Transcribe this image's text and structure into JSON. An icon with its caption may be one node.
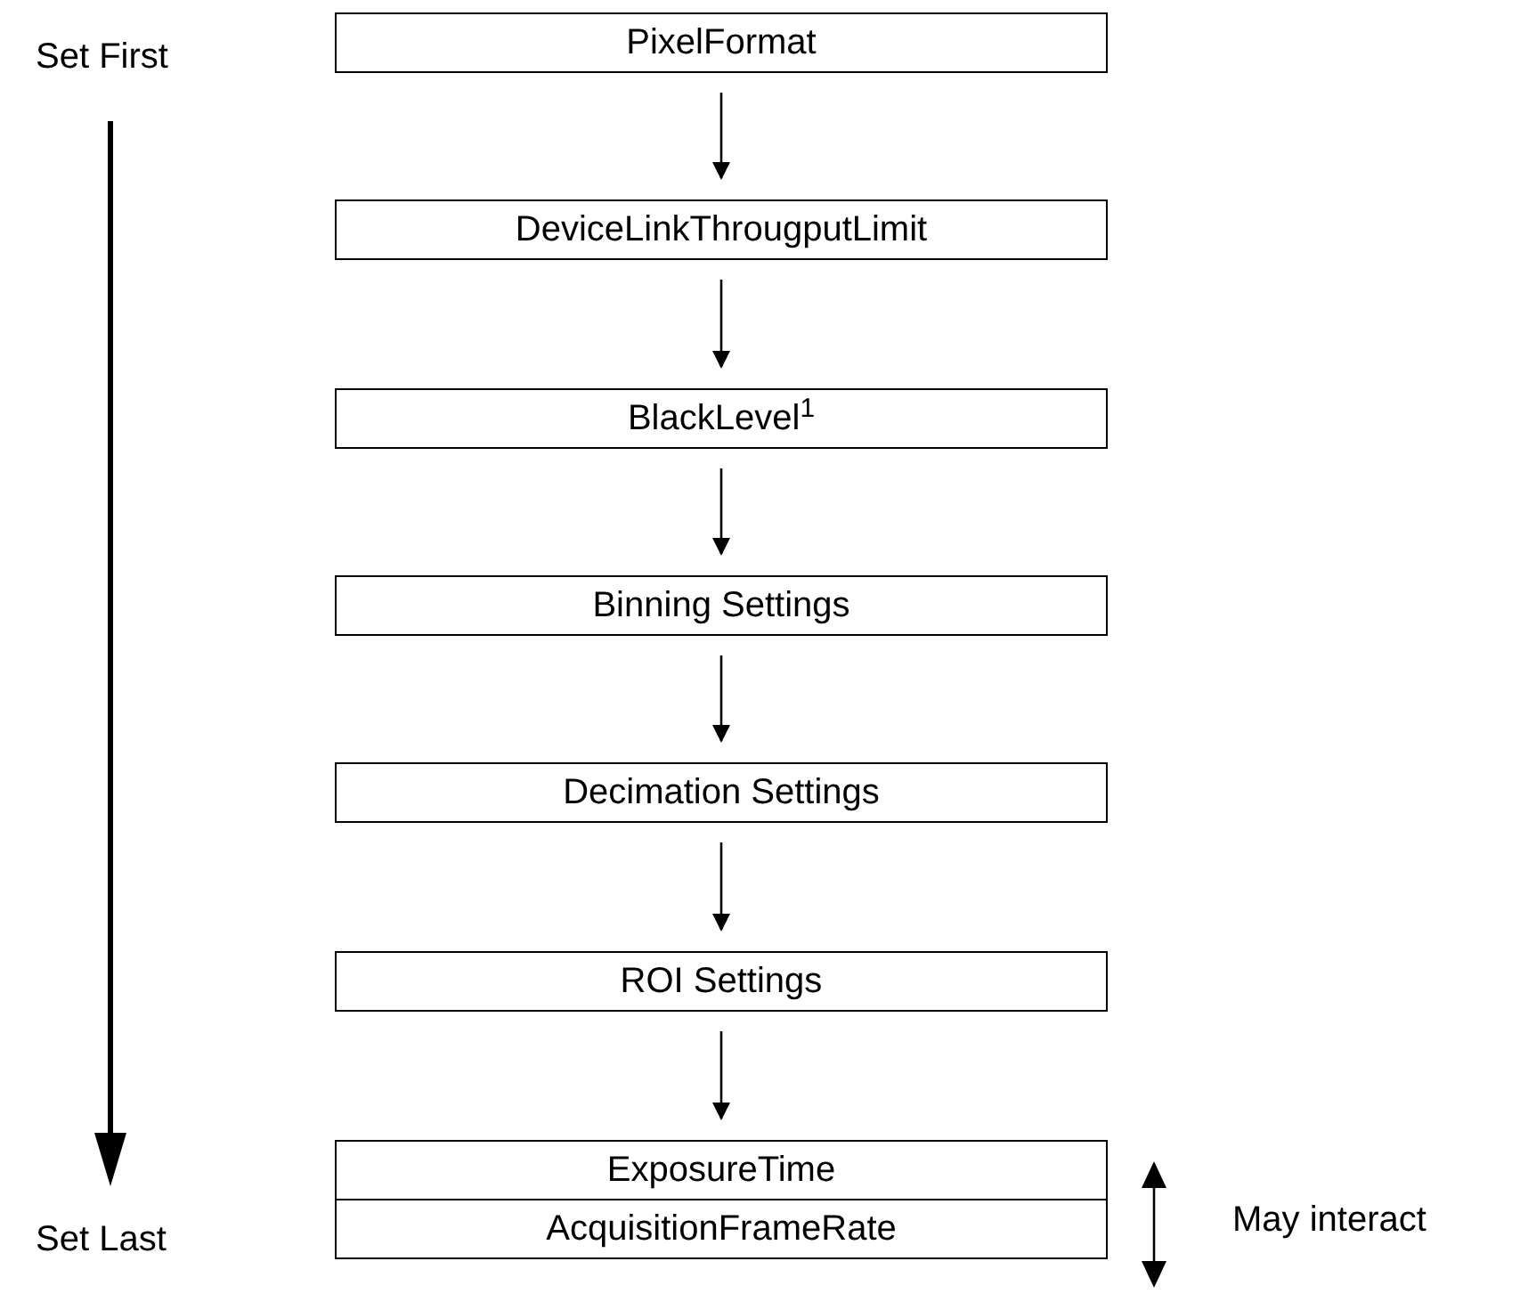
{
  "diagram": {
    "nodes": [
      {
        "text": [
          "PixelFormat"
        ]
      },
      {
        "text": [
          "DeviceLinkThrougputLimit"
        ]
      },
      {
        "text": [
          "BlackLevel$^{1}$"
        ]
      },
      {
        "text": [
          "Binning Settings"
        ]
      },
      {
        "text": [
          "Decimation Settings"
        ]
      },
      {
        "text": [
          "ROI Settings"
        ]
      },
      {
        "text": [
          "ExposureTime"
        ]
      },
      {
        "text": [
          "AcquisitionFrameRate"
        ]
      }
    ],
    "edges": [
      {
        "from": 0,
        "to": 1,
        "arrow": "to"
      },
      {
        "from": 1,
        "to": 2,
        "arrow": "to"
      },
      {
        "from": 2,
        "to": 3,
        "arrow": "to"
      },
      {
        "from": 3,
        "to": 4,
        "arrow": "to"
      },
      {
        "from": 4,
        "to": 5,
        "arrow": "to"
      },
      {
        "from": 5,
        "to": 6,
        "arrow": "to"
      }
    ],
    "labels": [
      "Set First",
      "Set Last",
      "May interact"
    ]
  }
}
